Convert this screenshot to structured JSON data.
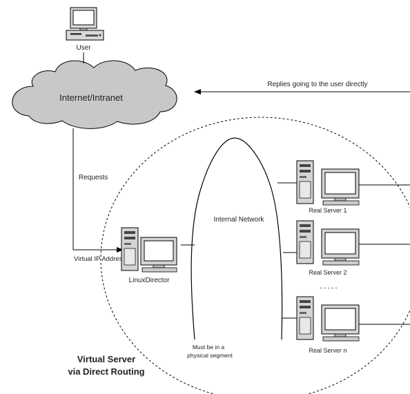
{
  "diagram": {
    "user_label": "User",
    "cloud_label": "Internet/Intranet",
    "replies_label": "Replies going to the user directly",
    "requests_label": "Requests",
    "vip_label": "Virtual IP Address",
    "director_label": "LinuxDirector",
    "internal_network_label": "Internal Network",
    "segment_label_line1": "Must be in a",
    "segment_label_line2": "physical segment",
    "ellipsis": "- - - - -",
    "servers": [
      {
        "label": "Real Server 1"
      },
      {
        "label": "Real Server 2"
      },
      {
        "label": "Real Server n"
      }
    ],
    "caption_line1": "Virtual Server",
    "caption_line2": "via Direct Routing"
  },
  "colors": {
    "cloud_fill": "#c8c8c8",
    "lines": "#000000",
    "screen": "#ffffff",
    "body": "#d4d4d4"
  }
}
